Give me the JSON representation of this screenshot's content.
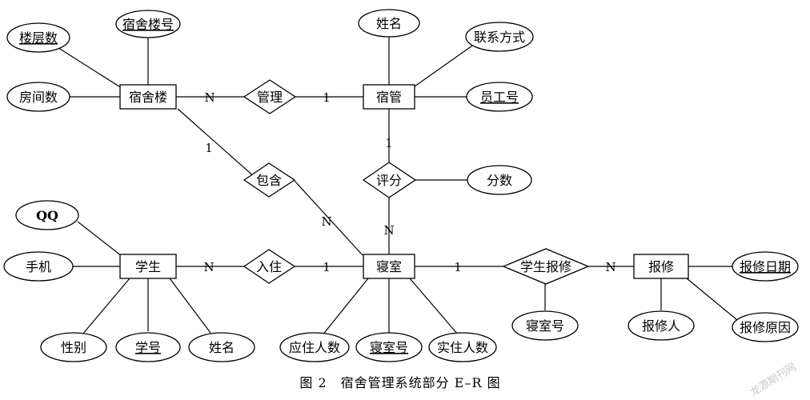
{
  "entities": {
    "dorm_building": "宿舍楼",
    "dorm_manager": "宿管",
    "student": "学生",
    "dorm_room": "寝室",
    "repair": "报修"
  },
  "relationships": {
    "manage": "管理",
    "contain": "包含",
    "rate": "评分",
    "check_in": "入住",
    "student_repair": "学生报修"
  },
  "attributes": {
    "floors": "楼层数",
    "building_no": "宿舍楼号",
    "room_count": "房间数",
    "manager_name": "姓名",
    "contact": "联系方式",
    "staff_no": "员工号",
    "score": "分数",
    "qq": "QQ",
    "phone": "手机",
    "gender": "性别",
    "student_no": "学号",
    "student_name": "姓名",
    "capacity": "应住人数",
    "room_no": "寝室号",
    "occupancy": "实住人数",
    "repair_room_no": "寝室号",
    "reporter": "报修人",
    "repair_date": "报修日期",
    "repair_reason": "报修原因"
  },
  "cardinalities": {
    "building_manage": "N",
    "manager_manage": "1",
    "building_contain": "1",
    "room_contain": "N",
    "manager_rate": "1",
    "room_rate": "N",
    "student_checkin": "N",
    "room_checkin": "1",
    "room_repair": "1",
    "repair_repair": "N"
  },
  "caption": "图 2　宿舍管理系统部分 E–R 图",
  "watermark": "龙源期刊网"
}
